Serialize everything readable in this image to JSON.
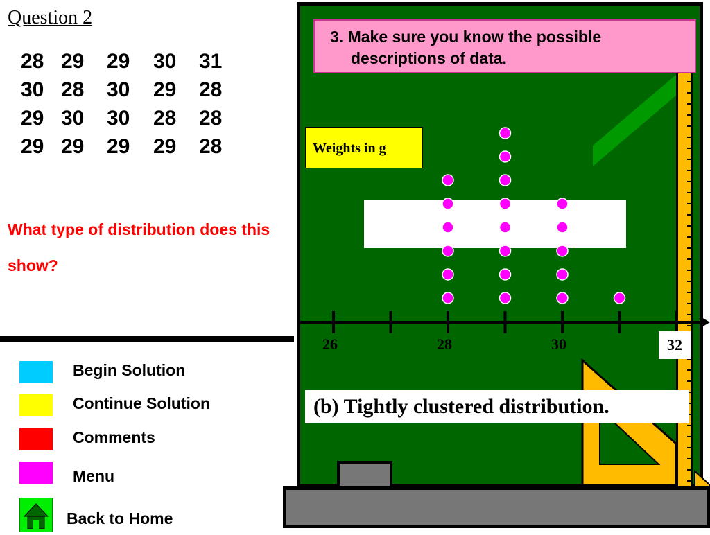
{
  "question": {
    "title": "Question 2",
    "data_rows": [
      [
        "28",
        "29",
        "29",
        "30",
        "31"
      ],
      [
        "30",
        "28",
        "30",
        "29",
        "28"
      ],
      [
        "29",
        "30",
        "30",
        "28",
        "28"
      ],
      [
        "29",
        "29",
        "29",
        "29",
        "28"
      ]
    ],
    "prompt": "What type of distribution does this show?"
  },
  "menu": {
    "items": [
      {
        "label": "Begin Solution",
        "color": "#00ccff"
      },
      {
        "label": "Continue Solution",
        "color": "#ffff00"
      },
      {
        "label": "Comments",
        "color": "#ff0000"
      },
      {
        "label": "Menu",
        "color": "#ff00ff"
      }
    ],
    "home_label": "Back to Home",
    "home_color": "#00ee00"
  },
  "board": {
    "callout_line1": "3. Make sure you know the possible",
    "callout_line2": "descriptions of data.",
    "weights_label": "Weights in g",
    "answer": "(b)  Tightly clustered distribution.",
    "board_color": "#006600",
    "dot_color": "#ff00ff"
  },
  "chart_data": {
    "type": "scatter",
    "x": [
      28,
      29,
      30,
      31
    ],
    "counts": [
      6,
      8,
      5,
      1
    ],
    "tick_labels": [
      "26",
      "28",
      "30",
      "32"
    ],
    "xlim": [
      26,
      32
    ]
  }
}
